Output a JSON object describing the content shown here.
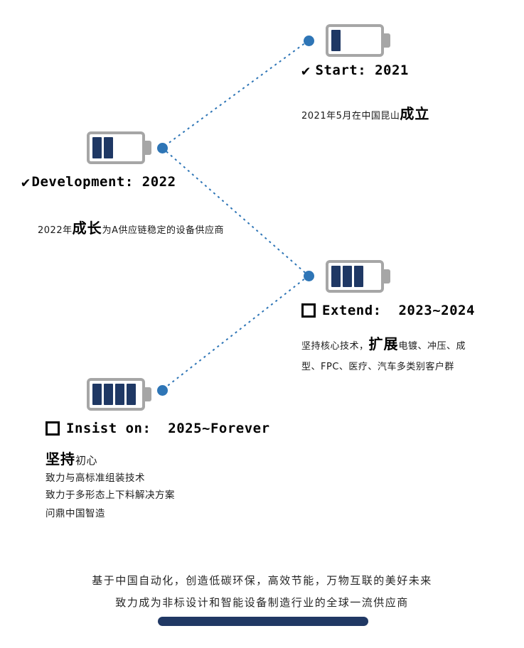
{
  "colors": {
    "navy": "#1f3864",
    "blue": "#2e75b6",
    "grey": "#a6a6a6"
  },
  "milestones": [
    {
      "name": "start",
      "marker": "✔",
      "title": "Start: 2021",
      "battery_icon": "battery-level-1-icon",
      "battery_bars": 1,
      "desc": [
        {
          "text": "2021年5月在中国昆山",
          "style": "normal"
        },
        {
          "text": "成立",
          "style": "big"
        }
      ]
    },
    {
      "name": "development",
      "marker": "✔",
      "title": "Development: 2022",
      "battery_icon": "battery-level-2-icon",
      "battery_bars": 2,
      "desc": [
        {
          "text": "2022年",
          "style": "normal"
        },
        {
          "text": "成长",
          "style": "big"
        },
        {
          "text": "为A供应链稳定的设备供应商",
          "style": "normal"
        }
      ]
    },
    {
      "name": "extend",
      "marker": "checkbox",
      "title": "Extend:  2023~2024",
      "battery_icon": "battery-level-3-icon",
      "battery_bars": 3,
      "desc": [
        {
          "text": "坚持核心技术，",
          "style": "normal"
        },
        {
          "text": "扩展",
          "style": "big"
        },
        {
          "text": "电镀、冲压、成型、FPC、医疗、汽车多类别客户群",
          "style": "normal"
        }
      ]
    },
    {
      "name": "insist-on",
      "marker": "checkbox",
      "title": "Insist on:  2025~Forever",
      "battery_icon": "battery-level-4-icon",
      "battery_bars": 4,
      "headline": [
        {
          "text": "坚持",
          "style": "big"
        },
        {
          "text": "初心",
          "style": "mid"
        }
      ],
      "lines": [
        "致力与高标准组装技术",
        "致力于多形态上下料解决方案",
        "问鼎中国智造"
      ]
    }
  ],
  "footer": {
    "line1": "基于中国自动化，创造低碳环保，高效节能，万物互联的美好未来",
    "line2": "致力成为非标设计和智能设备制造行业的全球一流供应商"
  }
}
